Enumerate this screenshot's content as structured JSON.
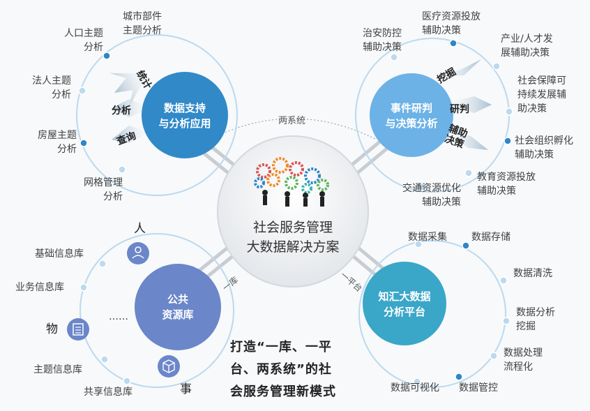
{
  "colors": {
    "blue": "#2f86c6",
    "lightblue": "#6fb3e3",
    "purple": "#6a86c8",
    "teal": "#3aa7c9",
    "ring": "#bcd9ee",
    "gear_orange": "#f28c28",
    "gear_red": "#d9534f",
    "gear_blue": "#2f86c6",
    "gear_green": "#5cb85c",
    "gear_teal": "#3ab5b0"
  },
  "center": {
    "line1": "社会服务管理",
    "line2": "大数据解决方案",
    "icon": "gears-people-icon"
  },
  "connectors": {
    "top": "两系统",
    "bottom_left": "一库",
    "bottom_right": "一平台"
  },
  "hub_top_left": {
    "line1": "数据支持",
    "line2": "与分析应用",
    "arrows": [
      "统计",
      "分析",
      "查询"
    ],
    "items": [
      {
        "l1": "城市部件",
        "l2": "主题分析"
      },
      {
        "l1": "人口主题",
        "l2": "分析"
      },
      {
        "l1": "法人主题",
        "l2": "分析"
      },
      {
        "l1": "房屋主题",
        "l2": "分析"
      },
      {
        "l1": "网格管理",
        "l2": "分析"
      }
    ]
  },
  "hub_top_right": {
    "line1": "事件研判",
    "line2": "与决策分析",
    "arrows": [
      "挖掘",
      "研判",
      "辅助",
      "决策"
    ],
    "items": [
      {
        "l1": "治安防控",
        "l2": "辅助决策"
      },
      {
        "l1": "医疗资源投放",
        "l2": "辅助决策"
      },
      {
        "l1": "产业/人才发",
        "l2": "展辅助决策"
      },
      {
        "l1": "社会保障可",
        "l2": "持续发展辅",
        "l3": "助决策"
      },
      {
        "l1": "社会组织孵化",
        "l2": "辅助决策"
      },
      {
        "l1": "教育资源投放",
        "l2": "辅助决策"
      },
      {
        "l1": "交通资源优化",
        "l2": "辅助决策"
      }
    ]
  },
  "hub_bottom_left": {
    "line1": "公共",
    "line2": "资源库",
    "person": "人",
    "thing": "物",
    "event": "事",
    "ellipsis": "……",
    "items": [
      "基础信息库",
      "业务信息库",
      "主题信息库",
      "共享信息库"
    ]
  },
  "hub_bottom_right": {
    "line1": "知汇大数据",
    "line2": "分析平台",
    "items": [
      {
        "l1": "数据采集"
      },
      {
        "l1": "数据存储"
      },
      {
        "l1": "数据清洗"
      },
      {
        "l1": "数据分析",
        "l2": "挖掘"
      },
      {
        "l1": "数据处理",
        "l2": "流程化"
      },
      {
        "l1": "数据管控"
      },
      {
        "l1": "数据可视化"
      }
    ]
  },
  "slogan": {
    "line1": "打造“一库、一平",
    "line2": "台、两系统”的社",
    "line3": "会服务管理新模式"
  }
}
